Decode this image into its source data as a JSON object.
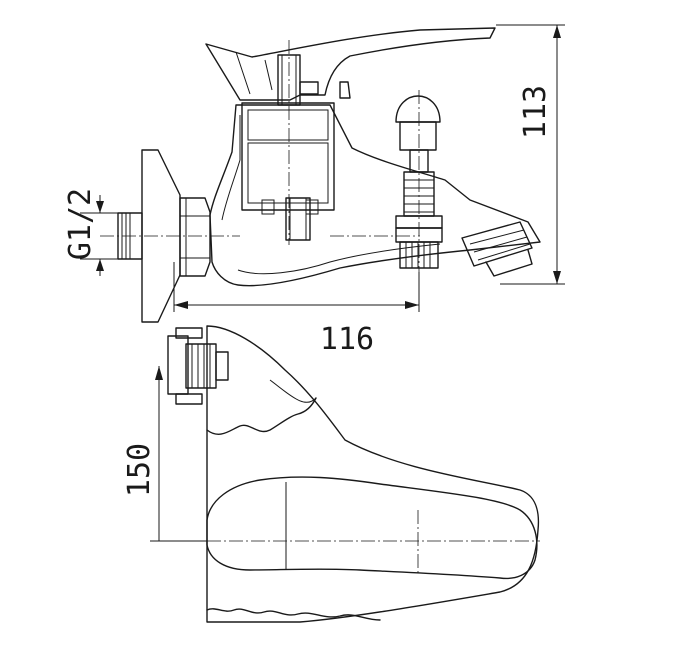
{
  "dimensions": {
    "height_label": "113",
    "width_label": "116",
    "thread_label": "G1/2",
    "depth_label": "150"
  }
}
